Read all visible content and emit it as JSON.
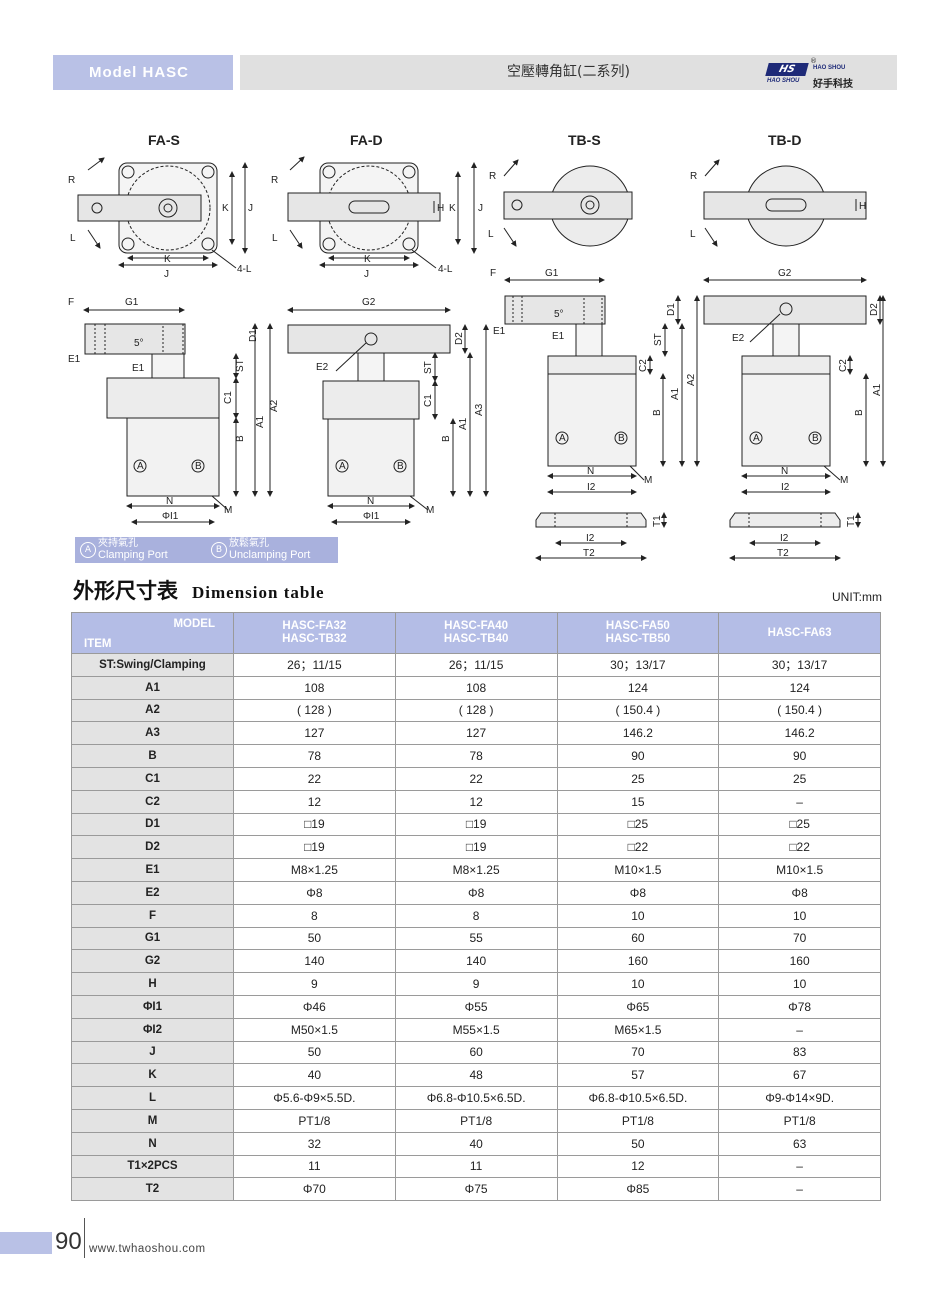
{
  "header": {
    "model": "Model HASC",
    "title": "空壓轉角缸(二系列)",
    "logo": {
      "mark": "HS",
      "en_top": "HAO SHOU",
      "en_bottom": "HAO SHOU",
      "cn": "好手科技",
      "reg": "®"
    }
  },
  "diagrams": {
    "views": [
      "FA-S",
      "FA-D",
      "TB-S",
      "TB-D"
    ],
    "labels": {
      "R": "R",
      "L": "L",
      "K": "K",
      "J": "J",
      "H": "H",
      "L4": "4-L",
      "F": "F",
      "G1": "G1",
      "G2": "G2",
      "E1": "E1",
      "E2": "E2",
      "D1": "D1",
      "D2": "D2",
      "ST": "ST",
      "C1": "C1",
      "C2": "C2",
      "B": "B",
      "A1": "A1",
      "A2": "A2",
      "A3": "A3",
      "N": "N",
      "M": "M",
      "I1": "ΦI1",
      "I2": "I2",
      "T1": "T1",
      "T2": "T2",
      "angle": "5°",
      "portA": "A",
      "portB": "B"
    }
  },
  "legend": [
    {
      "symbol": "A",
      "cn": "夾持氣孔",
      "en": "Clamping Port"
    },
    {
      "symbol": "B",
      "cn": "放鬆氣孔",
      "en": "Unclamping Port"
    }
  ],
  "section": {
    "title_cn": "外形尺寸表",
    "title_en": "Dimension table",
    "unit": "UNIT:mm"
  },
  "table": {
    "corner_model": "MODEL",
    "corner_item": "ITEM",
    "columns": [
      {
        "line1": "HASC-FA32",
        "line2": "HASC-TB32"
      },
      {
        "line1": "HASC-FA40",
        "line2": "HASC-TB40"
      },
      {
        "line1": "HASC-FA50",
        "line2": "HASC-TB50"
      },
      {
        "line1": "HASC-FA63",
        "line2": ""
      }
    ],
    "rows": [
      {
        "item": "ST:Swing/Clamping",
        "v": [
          "26；11/15",
          "26；11/15",
          "30；13/17",
          "30；13/17"
        ]
      },
      {
        "item": "A1",
        "v": [
          "108",
          "108",
          "124",
          "124"
        ]
      },
      {
        "item": "A2",
        "v": [
          "( 128 )",
          "( 128 )",
          "( 150.4 )",
          "( 150.4 )"
        ]
      },
      {
        "item": "A3",
        "v": [
          "127",
          "127",
          "146.2",
          "146.2"
        ]
      },
      {
        "item": "B",
        "v": [
          "78",
          "78",
          "90",
          "90"
        ]
      },
      {
        "item": "C1",
        "v": [
          "22",
          "22",
          "25",
          "25"
        ]
      },
      {
        "item": "C2",
        "v": [
          "12",
          "12",
          "15",
          "–"
        ]
      },
      {
        "item": "D1",
        "v": [
          "□19",
          "□19",
          "□25",
          "□25"
        ]
      },
      {
        "item": "D2",
        "v": [
          "□19",
          "□19",
          "□22",
          "□22"
        ]
      },
      {
        "item": "E1",
        "v": [
          "M8×1.25",
          "M8×1.25",
          "M10×1.5",
          "M10×1.5"
        ]
      },
      {
        "item": "E2",
        "v": [
          "Φ8",
          "Φ8",
          "Φ8",
          "Φ8"
        ]
      },
      {
        "item": "F",
        "v": [
          "8",
          "8",
          "10",
          "10"
        ]
      },
      {
        "item": "G1",
        "v": [
          "50",
          "55",
          "60",
          "70"
        ]
      },
      {
        "item": "G2",
        "v": [
          "140",
          "140",
          "160",
          "160"
        ]
      },
      {
        "item": "H",
        "v": [
          "9",
          "9",
          "10",
          "10"
        ]
      },
      {
        "item": "ΦI1",
        "v": [
          "Φ46",
          "Φ55",
          "Φ65",
          "Φ78"
        ]
      },
      {
        "item": "ΦI2",
        "v": [
          "M50×1.5",
          "M55×1.5",
          "M65×1.5",
          "–"
        ]
      },
      {
        "item": "J",
        "v": [
          "50",
          "60",
          "70",
          "83"
        ]
      },
      {
        "item": "K",
        "v": [
          "40",
          "48",
          "57",
          "67"
        ]
      },
      {
        "item": "L",
        "v": [
          "Φ5.6-Φ9×5.5D.",
          "Φ6.8-Φ10.5×6.5D.",
          "Φ6.8-Φ10.5×6.5D.",
          "Φ9-Φ14×9D."
        ]
      },
      {
        "item": "M",
        "v": [
          "PT1/8",
          "PT1/8",
          "PT1/8",
          "PT1/8"
        ]
      },
      {
        "item": "N",
        "v": [
          "32",
          "40",
          "50",
          "63"
        ]
      },
      {
        "item": "T1×2PCS",
        "v": [
          "11",
          "11",
          "12",
          "–"
        ]
      },
      {
        "item": "T2",
        "v": [
          "Φ70",
          "Φ75",
          "Φ85",
          "–"
        ]
      }
    ]
  },
  "footer": {
    "page": "90",
    "url": "www.twhaoshou.com"
  },
  "colors": {
    "accent": "#b9c1e6",
    "header_gray": "#e0e0e0",
    "logo_blue": "#1e2a78"
  }
}
